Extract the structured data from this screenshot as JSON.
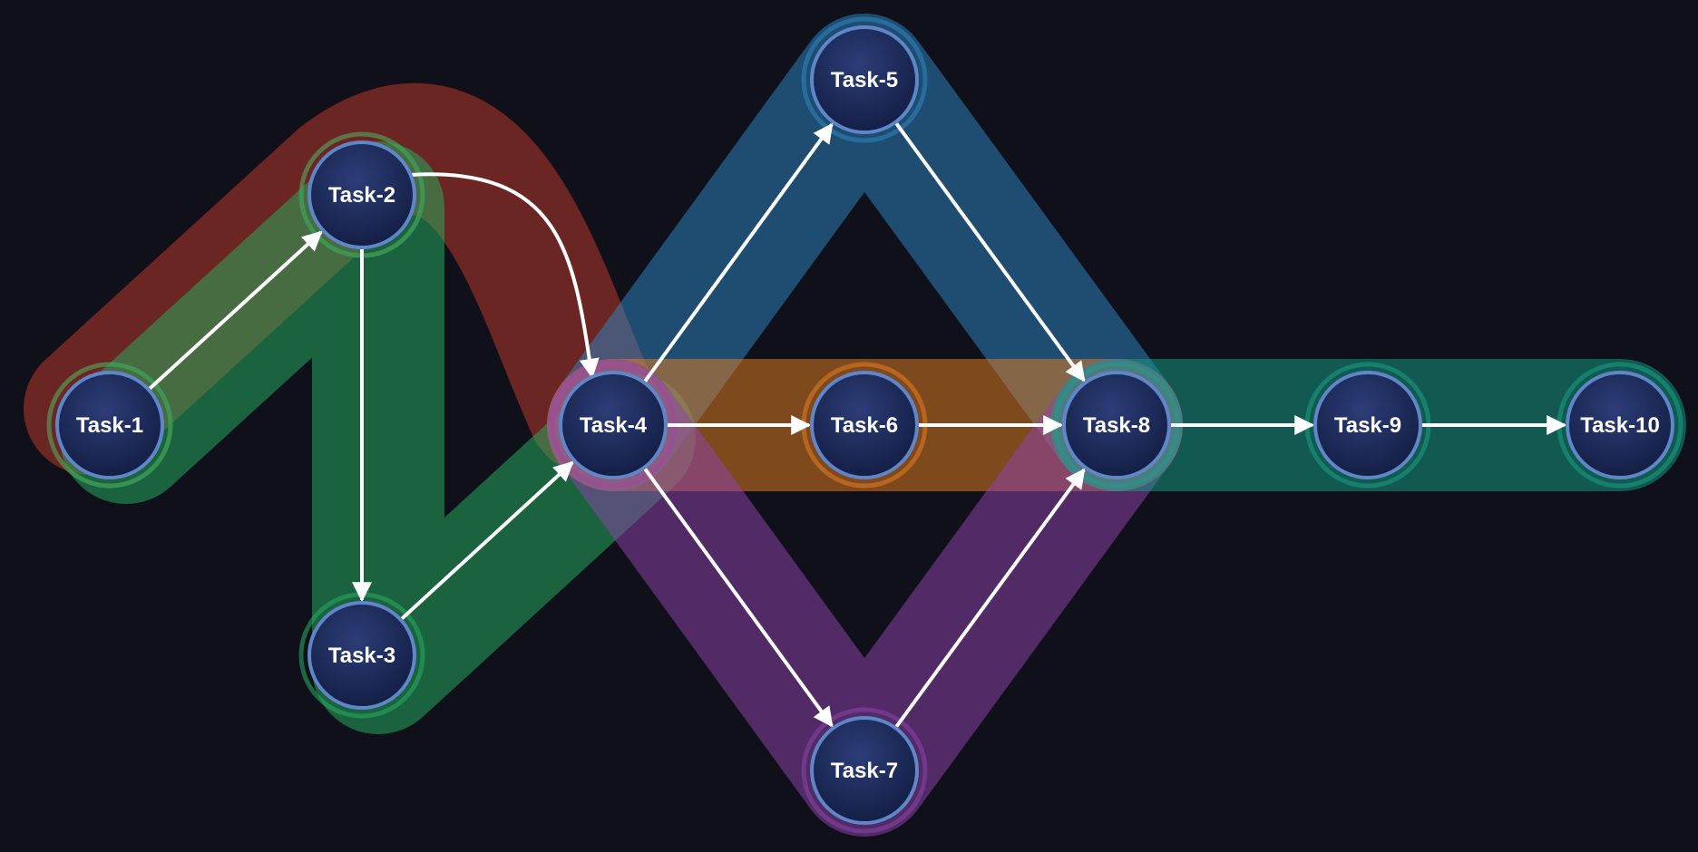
{
  "colors": {
    "background": "#0f101a",
    "node_fill": "#1b2a5a",
    "node_stroke": "#5e86c8",
    "edge": "#ffffff"
  },
  "nodes": [
    {
      "id": "t1",
      "label": "Task-1"
    },
    {
      "id": "t2",
      "label": "Task-2"
    },
    {
      "id": "t3",
      "label": "Task-3"
    },
    {
      "id": "t4",
      "label": "Task-4"
    },
    {
      "id": "t5",
      "label": "Task-5"
    },
    {
      "id": "t6",
      "label": "Task-6"
    },
    {
      "id": "t7",
      "label": "Task-7"
    },
    {
      "id": "t8",
      "label": "Task-8"
    },
    {
      "id": "t9",
      "label": "Task-9"
    },
    {
      "id": "t10",
      "label": "Task-10"
    }
  ],
  "edges": [
    {
      "from": "t1",
      "to": "t2"
    },
    {
      "from": "t2",
      "to": "t3"
    },
    {
      "from": "t2",
      "to": "t4"
    },
    {
      "from": "t3",
      "to": "t4"
    },
    {
      "from": "t4",
      "to": "t5"
    },
    {
      "from": "t4",
      "to": "t6"
    },
    {
      "from": "t4",
      "to": "t7"
    },
    {
      "from": "t5",
      "to": "t8"
    },
    {
      "from": "t6",
      "to": "t8"
    },
    {
      "from": "t7",
      "to": "t8"
    },
    {
      "from": "t8",
      "to": "t9"
    },
    {
      "from": "t9",
      "to": "t10"
    }
  ],
  "highlight_paths": [
    {
      "color": "#c0392b",
      "nodes": [
        "t1",
        "t2",
        "t4"
      ]
    },
    {
      "color": "#27ae60",
      "nodes": [
        "t1",
        "t2",
        "t3",
        "t4"
      ]
    },
    {
      "color": "#2e86c1",
      "nodes": [
        "t4",
        "t5",
        "t8"
      ]
    },
    {
      "color": "#e67e22",
      "nodes": [
        "t4",
        "t6",
        "t8"
      ]
    },
    {
      "color": "#8e44ad",
      "nodes": [
        "t4",
        "t7",
        "t8"
      ]
    },
    {
      "color": "#16a085",
      "nodes": [
        "t8",
        "t9",
        "t10"
      ]
    }
  ]
}
